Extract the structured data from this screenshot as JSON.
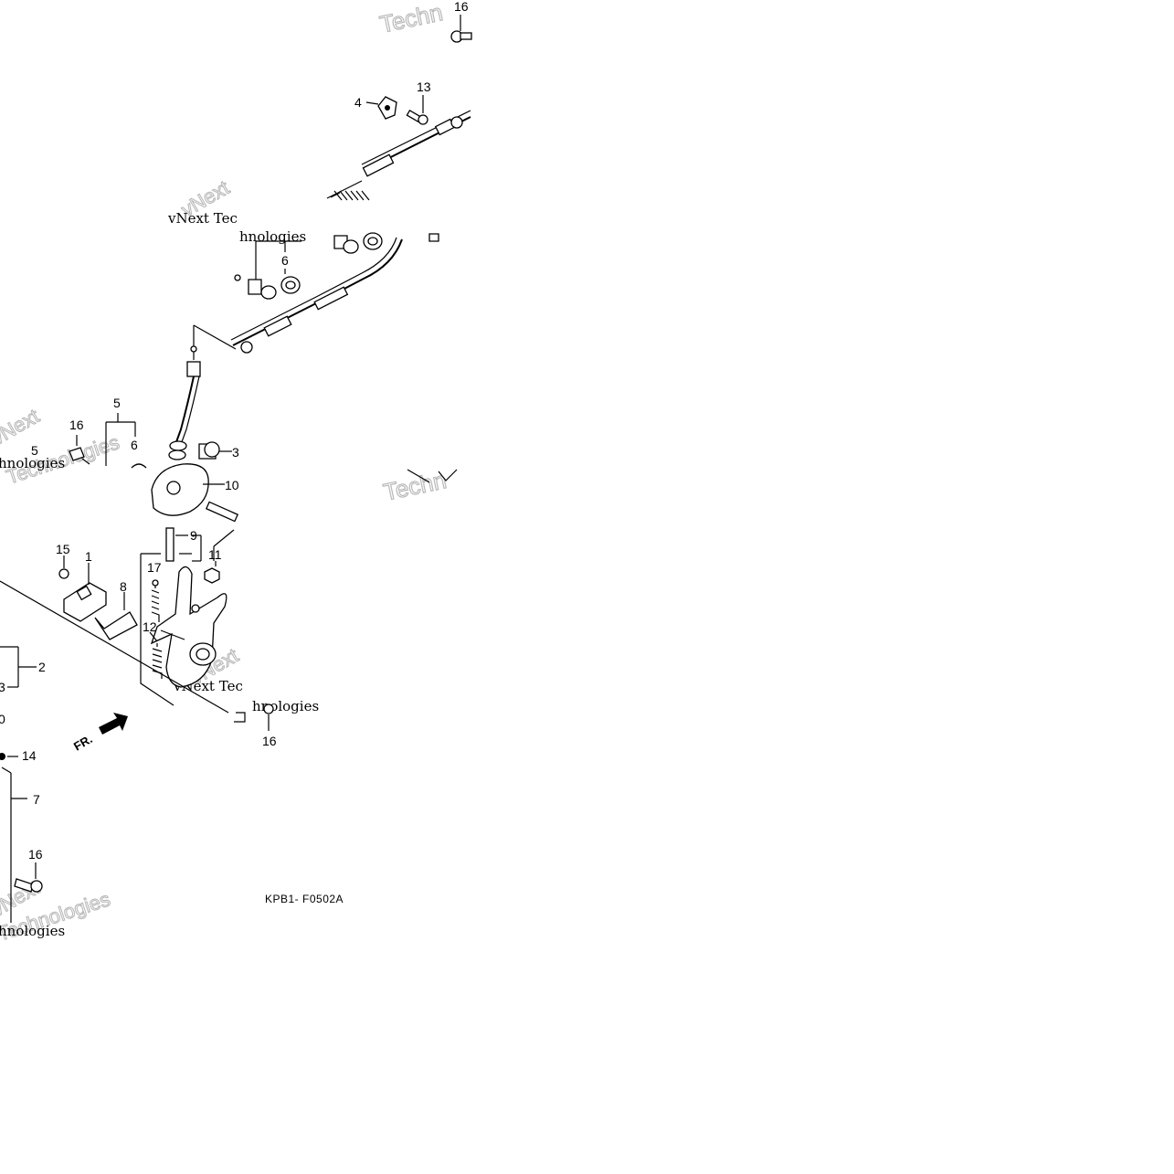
{
  "diagram_code": "KPB1- F0502A",
  "direction_marker": "FR.",
  "watermark": {
    "line1": "vNext Tec",
    "line2": "hnologies",
    "brand_a": "Techn",
    "brand_b": "vNext",
    "brand_c": "Technologies"
  },
  "callouts": {
    "c1": "1",
    "c2": "2",
    "c3": "3",
    "c3b": "3",
    "c4": "4",
    "c5a": "5",
    "c5b": "5",
    "c6a": "6",
    "c6b": "6",
    "c7": "7",
    "c8": "8",
    "c9": "9",
    "c10a": "10",
    "c10b": "0",
    "c11": "11",
    "c12": "12",
    "c13": "13",
    "c14": "14",
    "c15": "15",
    "c16a": "16",
    "c16b": "16",
    "c16c": "16",
    "c16d": "16",
    "c17": "17"
  }
}
